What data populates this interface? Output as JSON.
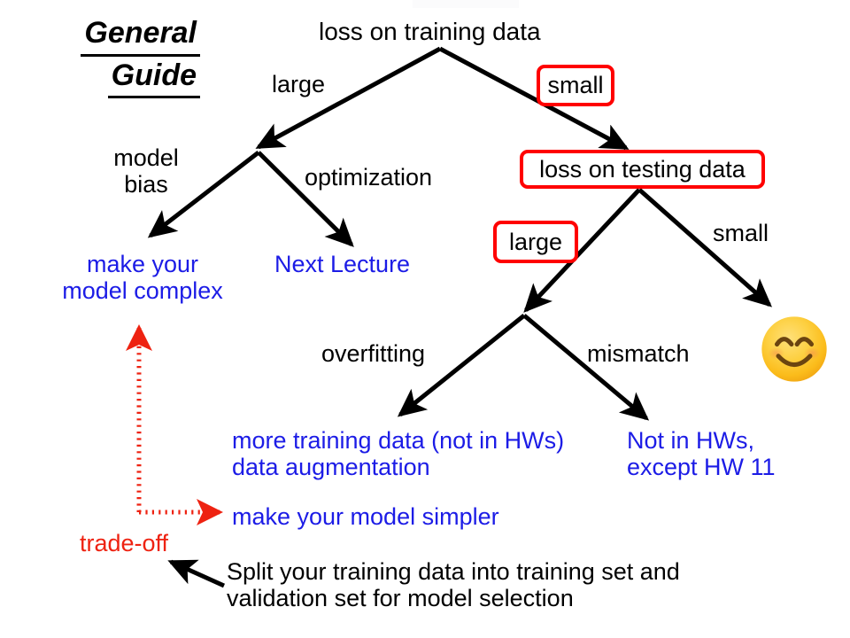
{
  "title": {
    "line1": "General",
    "line2": "Guide"
  },
  "colors": {
    "blue": "#1c1ce6",
    "red_text": "#ee2211",
    "red_box": "#ff0000",
    "black": "#000000",
    "emoji_face": "#fcc21b"
  },
  "tree": {
    "root": "loss on training data",
    "edges": {
      "train_large": "large",
      "train_small": "small",
      "model_bias": "model\nbias",
      "optimization": "optimization",
      "test_large": "large",
      "test_small": "small",
      "overfitting": "overfitting",
      "mismatch": "mismatch"
    },
    "nodes": {
      "loss_on_testing_data": "loss on testing data"
    },
    "leaves": {
      "make_model_complex": "make your\nmodel complex",
      "next_lecture": "Next Lecture",
      "more_training_data": "more training data (not in HWs)\ndata augmentation",
      "make_model_simpler": "make your model simpler",
      "not_in_hws": "Not in HWs,\nexcept HW 11",
      "happy_face": "smiling-face-emoji"
    }
  },
  "annotations": {
    "trade_off": "trade-off",
    "split_note": "Split your training data into training set and\nvalidation set for model selection"
  },
  "highlighted_path": [
    "small",
    "loss on testing data",
    "large"
  ]
}
